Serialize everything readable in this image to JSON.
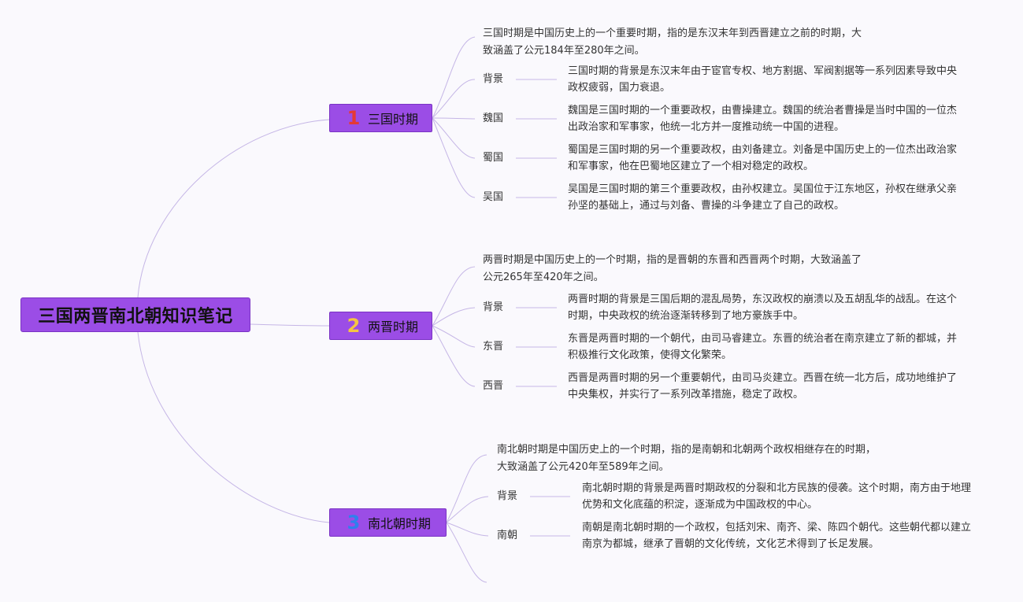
{
  "root": {
    "title": "三国两晋南北朝知识笔记"
  },
  "branches": [
    {
      "num": "1",
      "title": "三国时期",
      "summary": "三国时期是中国历史上的一个重要时期，指的是东汉末年到西晋建立之前的时期，大致涵盖了公元184年至280年之间。",
      "items": [
        {
          "label": "背景",
          "desc": "三国时期的背景是东汉末年由于宦官专权、地方割据、军阀割据等一系列因素导致中央政权疲弱，国力衰退。"
        },
        {
          "label": "魏国",
          "desc": "魏国是三国时期的一个重要政权，由曹操建立。魏国的统治者曹操是当时中国的一位杰出政治家和军事家，他统一北方并一度推动统一中国的进程。"
        },
        {
          "label": "蜀国",
          "desc": "蜀国是三国时期的另一个重要政权，由刘备建立。刘备是中国历史上的一位杰出政治家和军事家，他在巴蜀地区建立了一个相对稳定的政权。"
        },
        {
          "label": "吴国",
          "desc": "吴国是三国时期的第三个重要政权，由孙权建立。吴国位于江东地区，孙权在继承父亲孙坚的基础上，通过与刘备、曹操的斗争建立了自己的政权。"
        }
      ]
    },
    {
      "num": "2",
      "title": "两晋时期",
      "summary": "两晋时期是中国历史上的一个时期，指的是晋朝的东晋和西晋两个时期，大致涵盖了公元265年至420年之间。",
      "items": [
        {
          "label": "背景",
          "desc": "两晋时期的背景是三国后期的混乱局势，东汉政权的崩溃以及五胡乱华的战乱。在这个时期，中央政权的统治逐渐转移到了地方豪族手中。"
        },
        {
          "label": "东晋",
          "desc": "东晋是两晋时期的一个朝代，由司马睿建立。东晋的统治者在南京建立了新的都城，并积极推行文化政策，使得文化繁荣。"
        },
        {
          "label": "西晋",
          "desc": "西晋是两晋时期的另一个重要朝代，由司马炎建立。西晋在统一北方后，成功地维护了中央集权，并实行了一系列改革措施，稳定了政权。"
        }
      ]
    },
    {
      "num": "3",
      "title": "南北朝时期",
      "summary": "南北朝时期是中国历史上的一个时期，指的是南朝和北朝两个政权相继存在的时期，大致涵盖了公元420年至589年之间。",
      "items": [
        {
          "label": "背景",
          "desc": "南北朝时期的背景是两晋时期政权的分裂和北方民族的侵袭。这个时期，南方由于地理优势和文化底蕴的积淀，逐渐成为中国政权的中心。"
        },
        {
          "label": "南朝",
          "desc": "南朝是南北朝时期的一个政权，包括刘宋、南齐、梁、陈四个朝代。这些朝代都以建立南京为都城，继承了晋朝的文化传统，文化艺术得到了长足发展。"
        }
      ]
    }
  ],
  "colors": {
    "node_fill": "#9b4de6",
    "link": "#c5b6e6",
    "background": "#faf9fd"
  }
}
